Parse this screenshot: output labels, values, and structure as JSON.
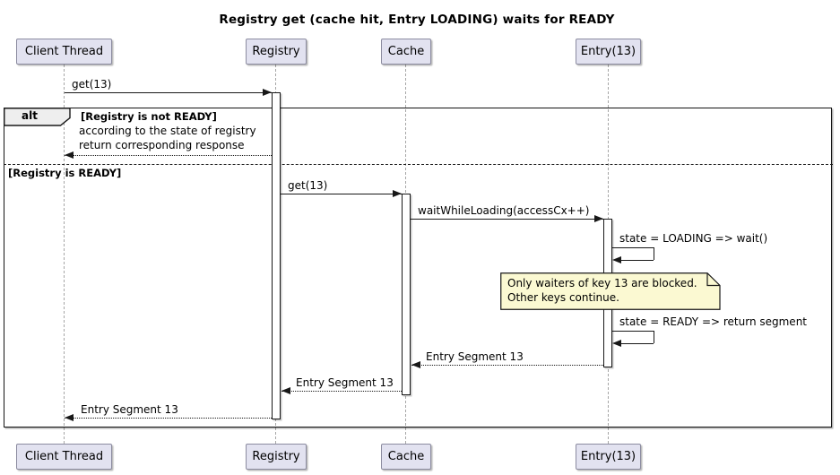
{
  "diagram": {
    "title": "Registry get (cache hit, Entry LOADING) waits for READY"
  },
  "participants": [
    {
      "name": "Client Thread"
    },
    {
      "name": "Registry"
    },
    {
      "name": "Cache"
    },
    {
      "name": "Entry(13)"
    }
  ],
  "alt_block": {
    "operator": "alt",
    "guard_not_ready": "[Registry is not READY]",
    "guard_ready": "[Registry is READY]"
  },
  "messages": {
    "get_registry": "get(13)",
    "response_line1": "according to the state of registry",
    "response_line2": "return corresponding response",
    "get_cache": "get(13)",
    "wait_while_loading": "waitWhileLoading(accessCx++)",
    "state_loading": "state = LOADING => wait()",
    "state_ready": "state = READY => return segment",
    "return_to_cache": "Entry Segment 13",
    "return_to_registry": "Entry Segment 13",
    "return_to_client": "Entry Segment 13"
  },
  "note": {
    "line1": "Only waiters of key 13 are blocked.",
    "line2": "Other keys continue."
  },
  "colors": {
    "participant_fill": "#E2E2F0",
    "participant_border": "#8C8CA0",
    "note_fill": "#FBF9D2",
    "line": "#181818",
    "lifeline": "#A6A6A6"
  }
}
